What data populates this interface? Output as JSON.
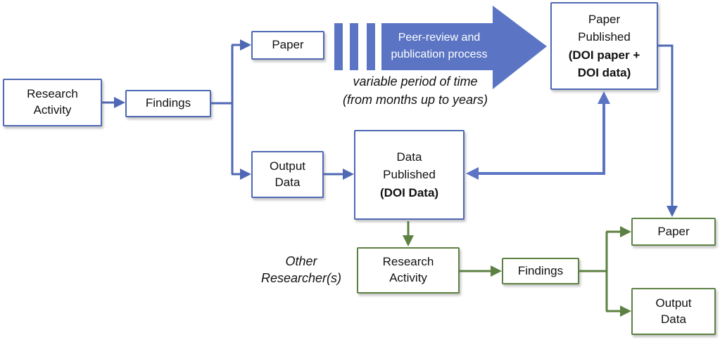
{
  "diagram": {
    "title_hint": "Research publication and data publishing workflow",
    "colors": {
      "blue_line": "#4e68b5",
      "blue_fill": "#5b75c4",
      "green_line": "#5d8142",
      "box_text": "#111111",
      "process_arrow_text": "#ffffff"
    },
    "boxes": {
      "research_activity_1": {
        "lines": [
          "Research",
          "Activity"
        ]
      },
      "findings_1": {
        "lines": [
          "Findings"
        ]
      },
      "paper_1": {
        "lines": [
          "Paper"
        ]
      },
      "paper_published": {
        "lines": [
          "Paper",
          "Published",
          "(DOI paper +",
          "DOI data)"
        ]
      },
      "output_data_1": {
        "lines": [
          "Output",
          "Data"
        ]
      },
      "data_published": {
        "lines": [
          "Data",
          "Published",
          "(DOI Data)"
        ]
      },
      "research_activity_2": {
        "lines": [
          "Research",
          "Activity"
        ]
      },
      "findings_2": {
        "lines": [
          "Findings"
        ]
      },
      "paper_2": {
        "lines": [
          "Paper"
        ]
      },
      "output_data_2": {
        "lines": [
          "Output",
          "Data"
        ]
      }
    },
    "annotations": {
      "process_arrow": {
        "lines": [
          "Peer-review and",
          "publication process"
        ]
      },
      "time_note": {
        "lines": [
          "variable period of time",
          "(from months up to years)"
        ]
      },
      "other_researchers": {
        "lines": [
          "Other",
          "Researcher(s)"
        ]
      }
    }
  }
}
